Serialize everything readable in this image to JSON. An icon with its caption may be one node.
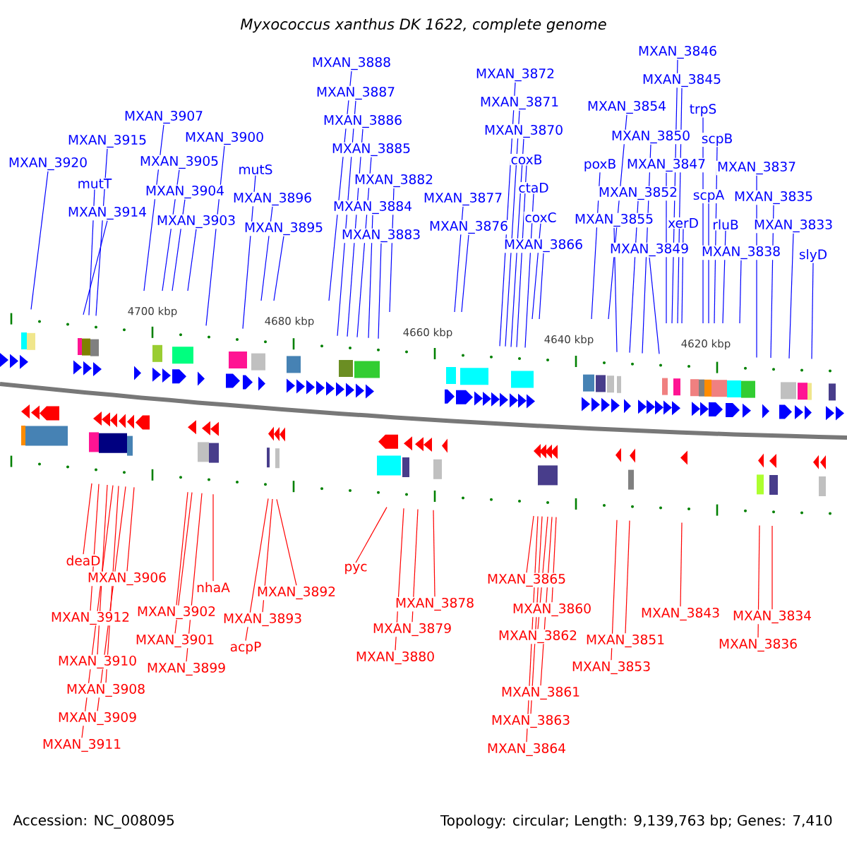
{
  "diagram": {
    "title": "Myxococcus xanthus DK 1622, complete genome",
    "nodes": [
      {
        "text": [
          "MXAN_3920"
        ]
      },
      {
        "text": [
          "MXAN_3915"
        ]
      },
      {
        "text": [
          "mutT"
        ]
      },
      {
        "text": [
          "MXAN_3914"
        ]
      },
      {
        "text": [
          "MXAN_3907"
        ]
      },
      {
        "text": [
          "MXAN_3905"
        ]
      },
      {
        "text": [
          "MXAN_3904"
        ]
      },
      {
        "text": [
          "MXAN_3903"
        ]
      },
      {
        "text": [
          "MXAN_3900"
        ]
      },
      {
        "text": [
          "mutS"
        ]
      },
      {
        "text": [
          "MXAN_3896"
        ]
      },
      {
        "text": [
          "MXAN_3895"
        ]
      },
      {
        "text": [
          "MXAN_3888"
        ]
      },
      {
        "text": [
          "MXAN_3887"
        ]
      },
      {
        "text": [
          "MXAN_3886"
        ]
      },
      {
        "text": [
          "MXAN_3885"
        ]
      },
      {
        "text": [
          "MXAN_3882"
        ]
      },
      {
        "text": [
          "MXAN_3884"
        ]
      },
      {
        "text": [
          "MXAN_3883"
        ]
      },
      {
        "text": [
          "MXAN_3877"
        ]
      },
      {
        "text": [
          "MXAN_3876"
        ]
      },
      {
        "text": [
          "MXAN_3872"
        ]
      },
      {
        "text": [
          "MXAN_3871"
        ]
      },
      {
        "text": [
          "MXAN_3870"
        ]
      },
      {
        "text": [
          "coxB"
        ]
      },
      {
        "text": [
          "ctaD"
        ]
      },
      {
        "text": [
          "coxC"
        ]
      },
      {
        "text": [
          "MXAN_3866"
        ]
      },
      {
        "text": [
          "MXAN_3854"
        ]
      },
      {
        "text": [
          "poxB"
        ]
      },
      {
        "text": [
          "MXAN_3855"
        ]
      },
      {
        "text": [
          "MXAN_3852"
        ]
      },
      {
        "text": [
          "MXAN_3850"
        ]
      },
      {
        "text": [
          "MXAN_3849"
        ]
      },
      {
        "text": [
          "MXAN_3847"
        ]
      },
      {
        "text": [
          "MXAN_3846"
        ]
      },
      {
        "text": [
          "MXAN_3845"
        ]
      },
      {
        "text": [
          "xerD"
        ]
      },
      {
        "text": [
          "trpS"
        ]
      },
      {
        "text": [
          "scpA"
        ]
      },
      {
        "text": [
          "scpB"
        ]
      },
      {
        "text": [
          "rluB"
        ]
      },
      {
        "text": [
          "MXAN_3838"
        ]
      },
      {
        "text": [
          "MXAN_3837"
        ]
      },
      {
        "text": [
          "MXAN_3835"
        ]
      },
      {
        "text": [
          "MXAN_3833"
        ]
      },
      {
        "text": [
          "slyD"
        ]
      },
      {
        "text": [
          "deaD"
        ]
      },
      {
        "text": [
          "MXAN_3906"
        ]
      },
      {
        "text": [
          "MXAN_3912"
        ]
      },
      {
        "text": [
          "MXAN_3910"
        ]
      },
      {
        "text": [
          "MXAN_3908"
        ]
      },
      {
        "text": [
          "MXAN_3909"
        ]
      },
      {
        "text": [
          "MXAN_3911"
        ]
      },
      {
        "text": [
          "nhaA"
        ]
      },
      {
        "text": [
          "MXAN_3902"
        ]
      },
      {
        "text": [
          "MXAN_3901"
        ]
      },
      {
        "text": [
          "MXAN_3899"
        ]
      },
      {
        "text": [
          "MXAN_3892"
        ]
      },
      {
        "text": [
          "MXAN_3893"
        ]
      },
      {
        "text": [
          "acpP"
        ]
      },
      {
        "text": [
          "pyc"
        ]
      },
      {
        "text": [
          "MXAN_3878"
        ]
      },
      {
        "text": [
          "MXAN_3879"
        ]
      },
      {
        "text": [
          "MXAN_3880"
        ]
      },
      {
        "text": [
          "MXAN_3865"
        ]
      },
      {
        "text": [
          "MXAN_3860"
        ]
      },
      {
        "text": [
          "MXAN_3862"
        ]
      },
      {
        "text": [
          "MXAN_3861"
        ]
      },
      {
        "text": [
          "MXAN_3863"
        ]
      },
      {
        "text": [
          "MXAN_3864"
        ]
      },
      {
        "text": [
          "MXAN_3851"
        ]
      },
      {
        "text": [
          "MXAN_3853"
        ]
      },
      {
        "text": [
          "MXAN_3843"
        ]
      },
      {
        "text": [
          "MXAN_3834"
        ]
      },
      {
        "text": [
          "MXAN_3836"
        ]
      }
    ],
    "edges": [
      {
        "from": 0,
        "to": null,
        "arrow": "none"
      },
      {
        "from": 1,
        "to": null,
        "arrow": "none"
      },
      {
        "from": 2,
        "to": null,
        "arrow": "none"
      },
      {
        "from": 3,
        "to": null,
        "arrow": "none"
      },
      {
        "from": 4,
        "to": null,
        "arrow": "none"
      },
      {
        "from": 5,
        "to": null,
        "arrow": "none"
      },
      {
        "from": 6,
        "to": null,
        "arrow": "none"
      },
      {
        "from": 7,
        "to": null,
        "arrow": "none"
      },
      {
        "from": 8,
        "to": null,
        "arrow": "none"
      },
      {
        "from": 9,
        "to": null,
        "arrow": "none"
      },
      {
        "from": 10,
        "to": null,
        "arrow": "none"
      },
      {
        "from": 11,
        "to": null,
        "arrow": "none"
      },
      {
        "from": 12,
        "to": null,
        "arrow": "none"
      },
      {
        "from": 13,
        "to": null,
        "arrow": "none"
      },
      {
        "from": 14,
        "to": null,
        "arrow": "none"
      },
      {
        "from": 15,
        "to": null,
        "arrow": "none"
      },
      {
        "from": 16,
        "to": null,
        "arrow": "none"
      },
      {
        "from": 17,
        "to": null,
        "arrow": "none"
      },
      {
        "from": 18,
        "to": null,
        "arrow": "none"
      },
      {
        "from": 19,
        "to": null,
        "arrow": "none"
      },
      {
        "from": 20,
        "to": null,
        "arrow": "none"
      },
      {
        "from": 21,
        "to": null,
        "arrow": "none"
      },
      {
        "from": 22,
        "to": null,
        "arrow": "none"
      },
      {
        "from": 23,
        "to": null,
        "arrow": "none"
      },
      {
        "from": 24,
        "to": null,
        "arrow": "none"
      },
      {
        "from": 25,
        "to": null,
        "arrow": "none"
      },
      {
        "from": 26,
        "to": null,
        "arrow": "none"
      },
      {
        "from": 27,
        "to": null,
        "arrow": "none"
      },
      {
        "from": 28,
        "to": null,
        "arrow": "none"
      },
      {
        "from": 29,
        "to": null,
        "arrow": "none"
      },
      {
        "from": 30,
        "to": null,
        "arrow": "none"
      },
      {
        "from": 31,
        "to": null,
        "arrow": "none"
      },
      {
        "from": 32,
        "to": null,
        "arrow": "none"
      },
      {
        "from": 33,
        "to": null,
        "arrow": "none"
      },
      {
        "from": 34,
        "to": null,
        "arrow": "none"
      },
      {
        "from": 35,
        "to": null,
        "arrow": "none"
      },
      {
        "from": 36,
        "to": null,
        "arrow": "none"
      },
      {
        "from": 37,
        "to": null,
        "arrow": "none"
      },
      {
        "from": 38,
        "to": null,
        "arrow": "none"
      },
      {
        "from": 39,
        "to": null,
        "arrow": "none"
      },
      {
        "from": 40,
        "to": null,
        "arrow": "none"
      },
      {
        "from": 41,
        "to": null,
        "arrow": "none"
      },
      {
        "from": 42,
        "to": null,
        "arrow": "none"
      },
      {
        "from": 43,
        "to": null,
        "arrow": "none"
      },
      {
        "from": 44,
        "to": null,
        "arrow": "none"
      },
      {
        "from": 45,
        "to": null,
        "arrow": "none"
      },
      {
        "from": 46,
        "to": null,
        "arrow": "none"
      },
      {
        "from": 47,
        "to": null,
        "arrow": "none",
        "color": "#ff0000"
      },
      {
        "from": 48,
        "to": null,
        "arrow": "none",
        "color": "#ff0000"
      },
      {
        "from": 49,
        "to": null,
        "arrow": "none",
        "color": "#ff0000"
      },
      {
        "from": 50,
        "to": null,
        "arrow": "none",
        "color": "#ff0000"
      },
      {
        "from": 51,
        "to": null,
        "arrow": "none",
        "color": "#ff0000"
      },
      {
        "from": 52,
        "to": null,
        "arrow": "none",
        "color": "#ff0000"
      },
      {
        "from": 53,
        "to": null,
        "arrow": "none",
        "color": "#ff0000"
      },
      {
        "from": 54,
        "to": null,
        "arrow": "none",
        "color": "#ff0000"
      },
      {
        "from": 55,
        "to": null,
        "arrow": "none",
        "color": "#ff0000"
      },
      {
        "from": 56,
        "to": null,
        "arrow": "none",
        "color": "#ff0000"
      },
      {
        "from": 57,
        "to": null,
        "arrow": "none",
        "color": "#ff0000"
      },
      {
        "from": 58,
        "to": null,
        "arrow": "none",
        "color": "#ff0000"
      },
      {
        "from": 59,
        "to": null,
        "arrow": "none",
        "color": "#ff0000"
      },
      {
        "from": 60,
        "to": null,
        "arrow": "none",
        "color": "#ff0000"
      },
      {
        "from": 61,
        "to": null,
        "arrow": "none",
        "color": "#ff0000"
      },
      {
        "from": 62,
        "to": null,
        "arrow": "none",
        "color": "#ff0000"
      },
      {
        "from": 63,
        "to": null,
        "arrow": "none",
        "color": "#ff0000"
      },
      {
        "from": 64,
        "to": null,
        "arrow": "none",
        "color": "#ff0000"
      },
      {
        "from": 65,
        "to": null,
        "arrow": "none",
        "color": "#ff0000"
      },
      {
        "from": 66,
        "to": null,
        "arrow": "none",
        "color": "#ff0000"
      },
      {
        "from": 67,
        "to": null,
        "arrow": "none",
        "color": "#ff0000"
      },
      {
        "from": 68,
        "to": null,
        "arrow": "none",
        "color": "#ff0000"
      },
      {
        "from": 69,
        "to": null,
        "arrow": "none",
        "color": "#ff0000"
      },
      {
        "from": 70,
        "to": null,
        "arrow": "none",
        "color": "#ff0000"
      },
      {
        "from": 71,
        "to": null,
        "arrow": "none",
        "color": "#ff0000"
      },
      {
        "from": 72,
        "to": null,
        "arrow": "none",
        "color": "#ff0000"
      },
      {
        "from": 73,
        "to": null,
        "arrow": "none",
        "color": "#ff0000"
      },
      {
        "from": 74,
        "to": null,
        "arrow": "none",
        "color": "#ff0000"
      },
      {
        "from": 75,
        "to": null,
        "arrow": "none",
        "color": "#ff0000"
      }
    ],
    "labels": [
      "4700 kbp",
      "4680 kbp",
      "4660 kbp",
      "4640 kbp",
      "4620 kbp",
      "Accession: NC_008095",
      "Topology: circular; Length: 9,139,763 bp; Genes: 7,410"
    ]
  }
}
